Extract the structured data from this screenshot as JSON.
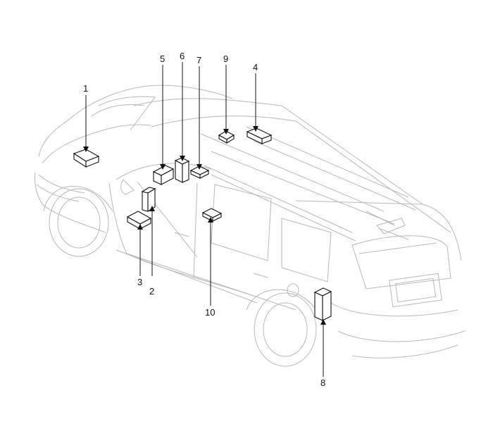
{
  "diagram": {
    "callouts": [
      {
        "id": "1",
        "label": "1"
      },
      {
        "id": "2",
        "label": "2"
      },
      {
        "id": "3",
        "label": "3"
      },
      {
        "id": "4",
        "label": "4"
      },
      {
        "id": "5",
        "label": "5"
      },
      {
        "id": "6",
        "label": "6"
      },
      {
        "id": "7",
        "label": "7"
      },
      {
        "id": "8",
        "label": "8"
      },
      {
        "id": "9",
        "label": "9"
      },
      {
        "id": "10",
        "label": "10"
      }
    ],
    "colors": {
      "vehicle_outline": "#b8b8b8",
      "module_outline": "#111111",
      "leader": "#111111",
      "background": "#ffffff"
    }
  }
}
